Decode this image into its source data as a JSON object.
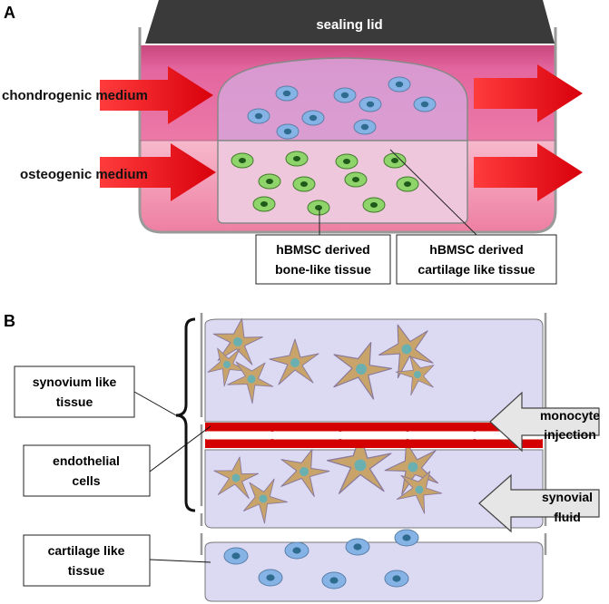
{
  "panel_a": {
    "label": "A",
    "lid": "sealing lid",
    "left_labels": [
      "chondrogenic medium",
      "osteogenic medium"
    ],
    "callouts": [
      {
        "line1": "hBMSC derived",
        "line2": "bone-like tissue"
      },
      {
        "line1": "hBMSC derived",
        "line2": "cartilage like tissue"
      }
    ]
  },
  "panel_b": {
    "label": "B",
    "callouts": [
      {
        "line1": "synovium like",
        "line2": "tissue"
      },
      {
        "line1": "endothelial",
        "line2": "cells"
      },
      {
        "line1": "cartilage like",
        "line2": "tissue"
      }
    ],
    "arrows": [
      {
        "line1": "monocyte",
        "line2": "injection"
      },
      {
        "line1": "synovial",
        "line2": "fluid"
      }
    ]
  },
  "colors": {
    "lid": "#3a3a3a",
    "chondro_medium": "#e46a9a",
    "osteo_medium": "#f3a8bf",
    "arrow_red": "#e8141c",
    "endothelial": "#d40000",
    "tissue": "#dcd9f3",
    "blue_cell": "#86b3e6",
    "green_cell": "#8fd46a",
    "fibroblast": "#c9a46a",
    "gray_arrow": "#e6e6e6"
  }
}
